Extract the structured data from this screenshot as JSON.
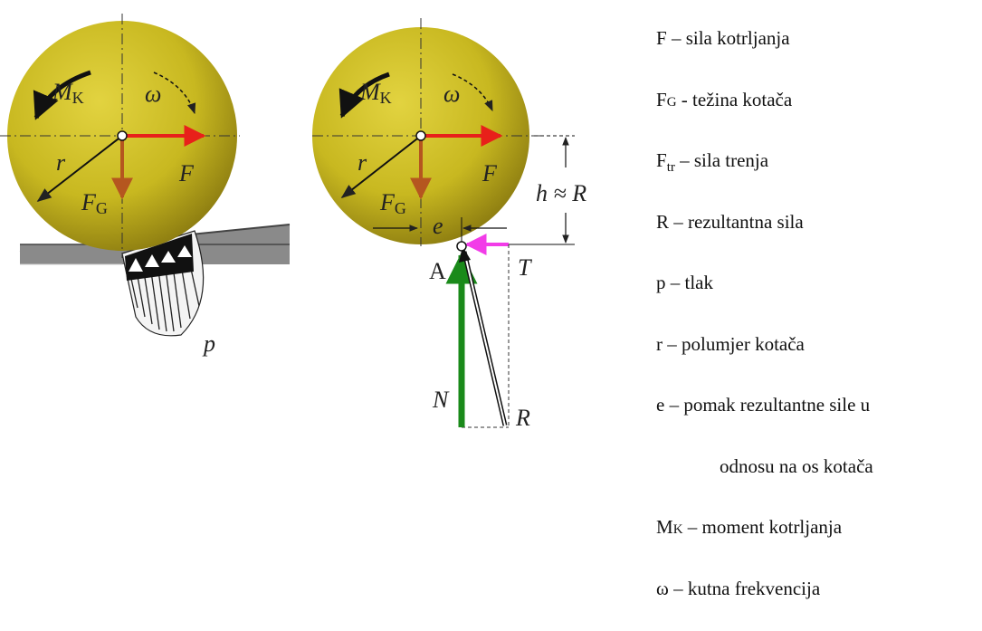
{
  "diagram": {
    "left": {
      "moment": "M",
      "moment_sub": "K",
      "omega": "ω",
      "radius": "r",
      "force": "F",
      "weight": "F",
      "weight_sub": "G",
      "pressure": "p"
    },
    "right": {
      "moment": "M",
      "moment_sub": "K",
      "omega": "ω",
      "radius": "r",
      "force": "F",
      "weight": "F",
      "weight_sub": "G",
      "offset": "e",
      "height": "h ≈ R",
      "tangential": "T",
      "point": "A",
      "normal": "N",
      "resultant": "R"
    }
  },
  "legend": [
    {
      "sym": "F",
      "sub": "",
      "text": " – sila kotrljanja"
    },
    {
      "sym": "F",
      "sub": "G",
      "text": "  - težina kotača"
    },
    {
      "sym": "F",
      "sub": "tr",
      "text": " – sila trenja"
    },
    {
      "sym": "R",
      "sub": "",
      "text": " – rezultantna sila"
    },
    {
      "sym": "p",
      "sub": "",
      "text": " – tlak"
    },
    {
      "sym": "r",
      "sub": "",
      "text": " – polumjer kotača"
    },
    {
      "sym": "e",
      "sub": "",
      "text": " – pomak rezultantne sile u"
    },
    {
      "sym": "",
      "sub": "",
      "text": "odnosu na os kotača"
    },
    {
      "sym": "M",
      "sub": "K",
      "text": " – moment kotrljanja"
    },
    {
      "sym": "ω",
      "sub": "",
      "text": " – kutna frekvencija"
    }
  ],
  "colors": {
    "wheel": "#c8b820",
    "force_arrow": "#e8201a",
    "weight_arrow": "#b5561f",
    "tangential_arrow": "#f23ce8",
    "normal_arrow": "#1a8a1a",
    "ground": "#7a7a7a"
  }
}
